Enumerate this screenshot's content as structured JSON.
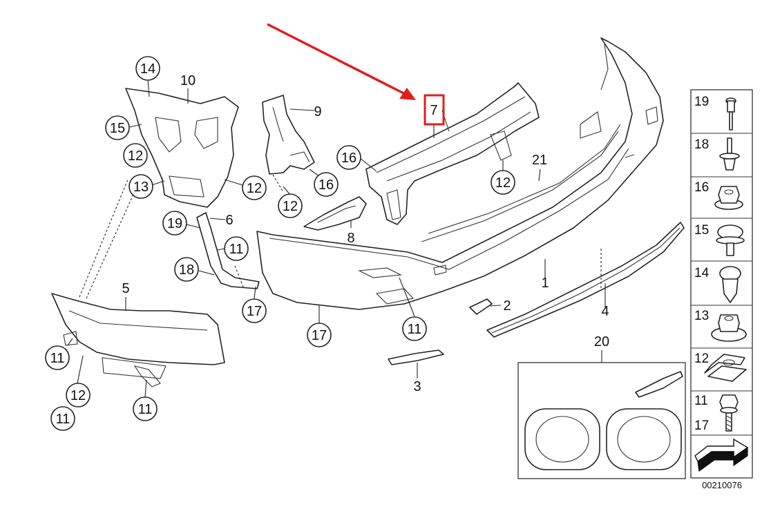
{
  "diagram": {
    "callouts": {
      "c14": "14",
      "c10": "10",
      "c15": "15",
      "c12a": "12",
      "c13": "13",
      "c12b": "12",
      "c9": "9",
      "c16a": "16",
      "c16b": "16",
      "c12c": "12",
      "c7": "7",
      "c12d": "12",
      "c21": "21",
      "c19": "19",
      "c6": "6",
      "c11a": "11",
      "c8": "8",
      "c18": "18",
      "c17a": "17",
      "c5": "5",
      "c17b": "17",
      "c11b": "11",
      "c2": "2",
      "c1": "1",
      "c4": "4",
      "c11c": "11",
      "c12e": "12",
      "c11d": "11",
      "c11e": "11",
      "c3": "3",
      "c20": "20"
    },
    "side_panel": [
      {
        "label": "19",
        "icon": "rivet-icon"
      },
      {
        "label": "18",
        "icon": "expanding-rivet-icon"
      },
      {
        "label": "16",
        "icon": "hex-nut-icon"
      },
      {
        "label": "15",
        "icon": "washer-screw-icon"
      },
      {
        "label": "14",
        "icon": "expanding-nut-icon"
      },
      {
        "label": "13",
        "icon": "flange-nut-icon"
      },
      {
        "label": "12",
        "icon": "clip-nut-icon"
      },
      {
        "label": "11",
        "label2": "17",
        "icon": "hex-screw-icon"
      },
      {
        "label": "",
        "icon": "arrow-icon"
      }
    ],
    "doc_number": "00210076",
    "highlight_color": "#e01e1e"
  }
}
